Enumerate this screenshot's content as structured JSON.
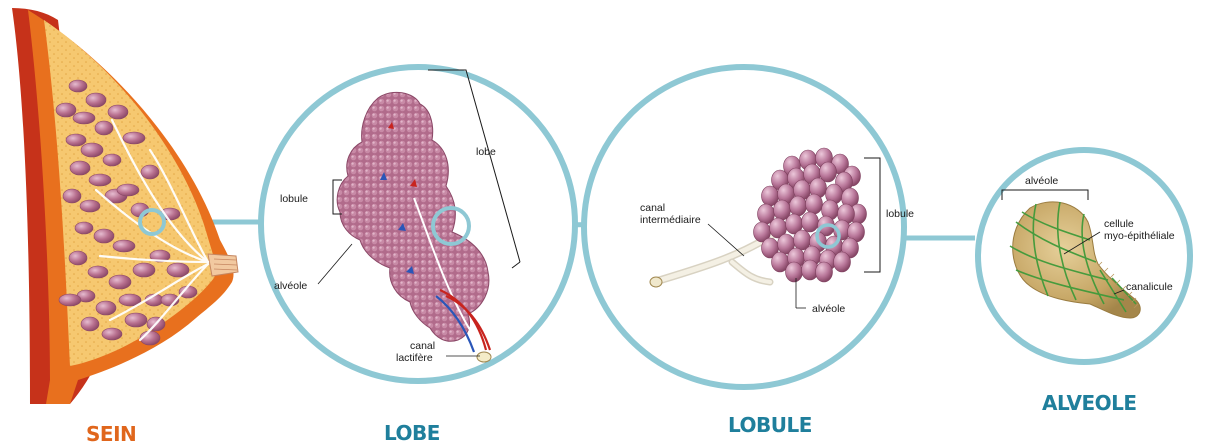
{
  "colors": {
    "ring": "#8ec8d4",
    "sein_title": "#e0661c",
    "blue_title": "#1f7f9c",
    "lobule_fill": "#b26a8a",
    "lobule_fill_light": "#d8a8c0",
    "breast_orange": "#e8701e",
    "breast_red": "#c6321a",
    "fat": "#f4c46c",
    "alveole_tan": "#c8a96a",
    "myo_green": "#3f9a3a"
  },
  "icons": [
    "breast-cross-section-icon",
    "lobe-cluster-icon",
    "lobule-cluster-icon",
    "alveole-icon"
  ],
  "titles": {
    "sein": "SEIN",
    "lobe": "LOBE",
    "lobule": "LOBULE",
    "alveole": "ALVEOLE"
  },
  "lobe_panel": {
    "lobe": "lobe",
    "lobule": "lobule",
    "alveole": "alvéole",
    "canal_line1": "canal",
    "canal_line2": "lactifère"
  },
  "lobule_panel": {
    "canal_line1": "canal",
    "canal_line2": "intermédiaire",
    "lobule": "lobule",
    "alveole": "alvéole"
  },
  "alveole_panel": {
    "alveole": "alvéole",
    "cellule_line1": "cellule",
    "cellule_line2": "myo-épithéliale",
    "canalicule": "canalicule"
  }
}
